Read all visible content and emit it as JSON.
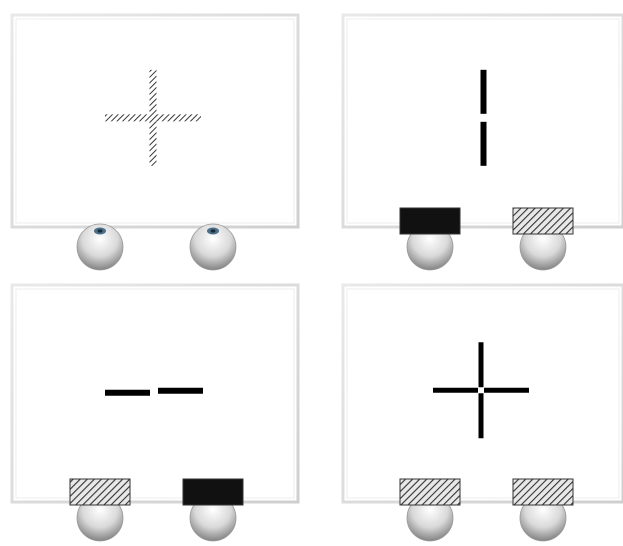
{
  "panels": [
    {
      "id": "top-left",
      "stimulus": "cross",
      "stimulus_style": "hatched",
      "left_eye_filter": "none",
      "right_eye_filter": "none"
    },
    {
      "id": "top-right",
      "stimulus": "vertical-line",
      "stimulus_style": "solid",
      "left_eye_filter": "dark",
      "right_eye_filter": "hatched"
    },
    {
      "id": "bottom-left",
      "stimulus": "horizontal-line",
      "stimulus_style": "solid",
      "left_eye_filter": "hatched",
      "right_eye_filter": "dark"
    },
    {
      "id": "bottom-right",
      "stimulus": "cross",
      "stimulus_style": "solid",
      "left_eye_filter": "hatched",
      "right_eye_filter": "hatched"
    }
  ],
  "colors": {
    "screen_border": "#dcdcdc",
    "screen_fill": "#ffffff",
    "stimulus": "#000000",
    "dark_filter": "#111111",
    "hatch_line": "#333333",
    "hatch_bg": "#e8e8e8",
    "eye_light": "#ffffff",
    "eye_dark": "#8a8a8a",
    "iris": "#4a6f8a"
  }
}
